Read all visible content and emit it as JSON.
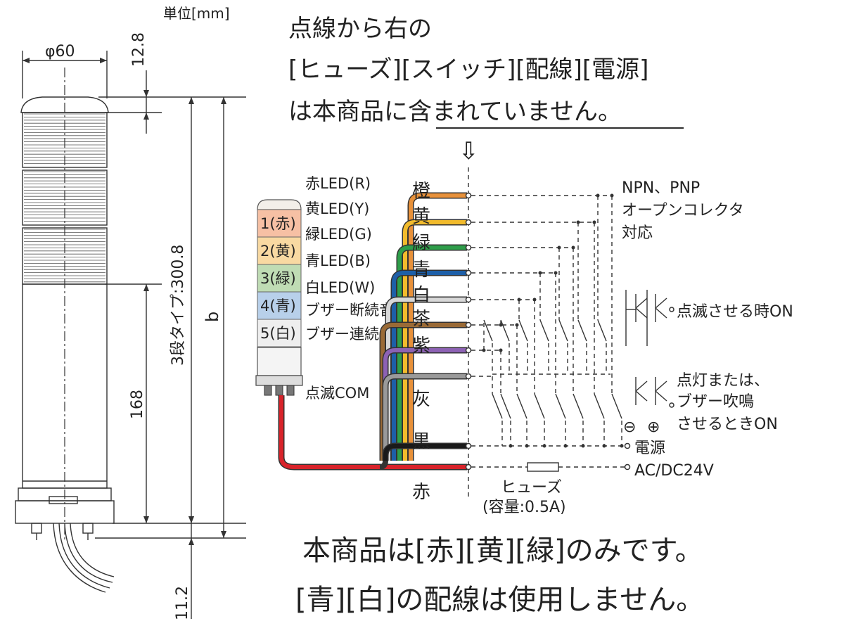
{
  "dimensions": {
    "unit": "単位[mm]",
    "diameter": "φ60",
    "top_cap": "12.8",
    "total_type": "3段タイプ:300.8",
    "b": "b",
    "lower": "168",
    "bottom": "11.2"
  },
  "notice_top": {
    "line1": "点線から右の",
    "line2": "[ヒューズ][スイッチ][配線][電源]",
    "line3_plain": "は本商品に",
    "line3_underlined": "含まれていません。"
  },
  "arrow": "⇩",
  "tower_tiers": [
    {
      "label": "1(赤)",
      "color": "#f6c0a4"
    },
    {
      "label": "2(黄)",
      "color": "#f8d9a2"
    },
    {
      "label": "3(緑)",
      "color": "#bfdcb4"
    },
    {
      "label": "4(青)",
      "color": "#b8d0ea"
    },
    {
      "label": "5(白)",
      "color": "#eeeeee"
    }
  ],
  "signal_labels": [
    "赤LED(R)",
    "黄LED(Y)",
    "緑LED(G)",
    "青LED(B)",
    "白LED(W)",
    "ブザー断続音",
    "ブザー連続音",
    "点滅COM"
  ],
  "wires": [
    {
      "name": "橙",
      "color": "#e8913a"
    },
    {
      "name": "黄",
      "color": "#f2bb2c"
    },
    {
      "name": "緑",
      "color": "#2e9e4a"
    },
    {
      "name": "青",
      "color": "#1d5fa8"
    },
    {
      "name": "白",
      "color": "#d8d8d8"
    },
    {
      "name": "茶",
      "color": "#9a6a36"
    },
    {
      "name": "紫",
      "color": "#8d62b4"
    },
    {
      "name": "灰",
      "color": "#9a9a9a"
    },
    {
      "name": "黒",
      "color": "#1a1a1a"
    },
    {
      "name": "赤",
      "color": "#d8232a"
    }
  ],
  "right_labels": {
    "collector_line1": "NPN、PNP",
    "collector_line2": "オープンコレクタ",
    "collector_line3": "対応",
    "blink": "点滅させる時ON",
    "light_line1": "点灯または、",
    "light_line2": "ブザー吹鳴",
    "light_line3": "させるときON",
    "minus": "⊖",
    "plus": "⊕",
    "power": "電源",
    "voltage": "AC/DC24V",
    "fuse": "ヒューズ",
    "fuse_capacity": "(容量:0.5A)"
  },
  "notice_bottom": {
    "line1": "本商品は[赤][黄][緑]のみです。",
    "line2": "[青][白]の配線は使用しません。"
  }
}
